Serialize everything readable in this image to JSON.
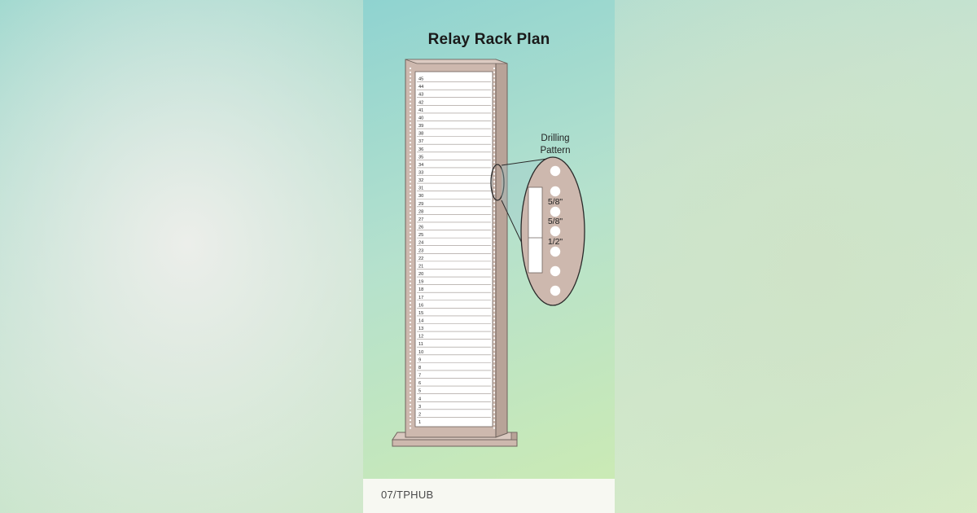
{
  "title": "Relay Rack Plan",
  "rack": {
    "unit_count": 45,
    "unit_labels": [
      "45",
      "44",
      "43",
      "42",
      "41",
      "40",
      "39",
      "38",
      "37",
      "36",
      "35",
      "34",
      "33",
      "32",
      "31",
      "30",
      "29",
      "28",
      "27",
      "26",
      "25",
      "24",
      "23",
      "22",
      "21",
      "20",
      "19",
      "18",
      "17",
      "16",
      "15",
      "14",
      "13",
      "12",
      "11",
      "10",
      "9",
      "8",
      "7",
      "6",
      "5",
      "4",
      "3",
      "2",
      "1"
    ]
  },
  "callout": {
    "title_line1": "Drilling",
    "title_line2": "Pattern",
    "spacing_1": "5/8\"",
    "spacing_2": "5/8\"",
    "spacing_3": "1/2\""
  },
  "footer": {
    "credit": "07/TPHUB"
  },
  "colors": {
    "frame_fill": "#cdb8ae",
    "frame_stroke": "#6e625c",
    "face": "#ffffff",
    "rule_line": "#9a918c"
  }
}
